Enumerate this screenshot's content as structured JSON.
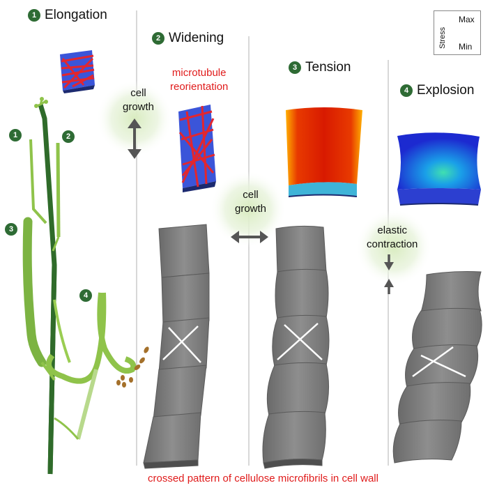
{
  "stages": [
    {
      "num": "1",
      "title": "Elongation"
    },
    {
      "num": "2",
      "title": "Widening"
    },
    {
      "num": "3",
      "title": "Tension"
    },
    {
      "num": "4",
      "title": "Explosion"
    }
  ],
  "annotations": {
    "microtubule": "microtubule\nreorientation",
    "cell_growth_1": "cell\ngrowth",
    "cell_growth_2": "cell\ngrowth",
    "elastic": "elastic\ncontraction",
    "bottom_caption": "crossed pattern of cellulose microfibrils in cell wall"
  },
  "plant_labels": [
    "1",
    "2",
    "3",
    "4"
  ],
  "legend": {
    "title": "Stress",
    "max": "Max",
    "min": "Min"
  },
  "colors": {
    "accent_red": "#e01b1b",
    "badge_green": "#2e6b34",
    "cell_gray": "#7d7d7d",
    "cell_blue": "#3b55d9",
    "microtubule_red": "#e3262e"
  }
}
